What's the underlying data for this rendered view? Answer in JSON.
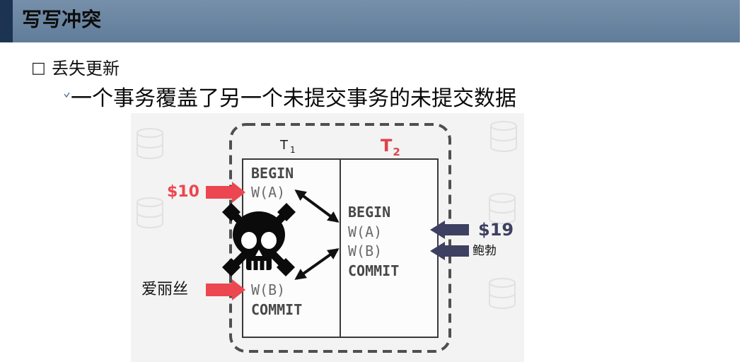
{
  "header": {
    "title": "写写冲突"
  },
  "bullet": {
    "glyph": "□",
    "text": "丢失更新"
  },
  "sub_bullet": {
    "icon": "check-bullet-icon",
    "text": "一个事务覆盖了另一个未提交事务的未提交数据"
  },
  "diagram": {
    "t1": {
      "letter": "T",
      "subscript": "1"
    },
    "t2": {
      "letter": "T",
      "subscript": "2"
    },
    "t1_ops": [
      "BEGIN",
      "W(A)",
      "W(B)",
      "COMMIT"
    ],
    "t2_ops": [
      "BEGIN",
      "W(A)",
      "W(B)",
      "COMMIT"
    ],
    "left_inputs": [
      "$10",
      "爱丽丝"
    ],
    "right_inputs": [
      "$19",
      "鲍勃"
    ],
    "center_icon": "skull-crossbones-icon",
    "background_icon": "database-icon"
  },
  "colors": {
    "header_bg": "#6683a1",
    "header_stripe": "#1c3452",
    "left_arrow": "#ec4650",
    "right_arrow": "#3d4060",
    "t2_label": "#e0424b"
  }
}
